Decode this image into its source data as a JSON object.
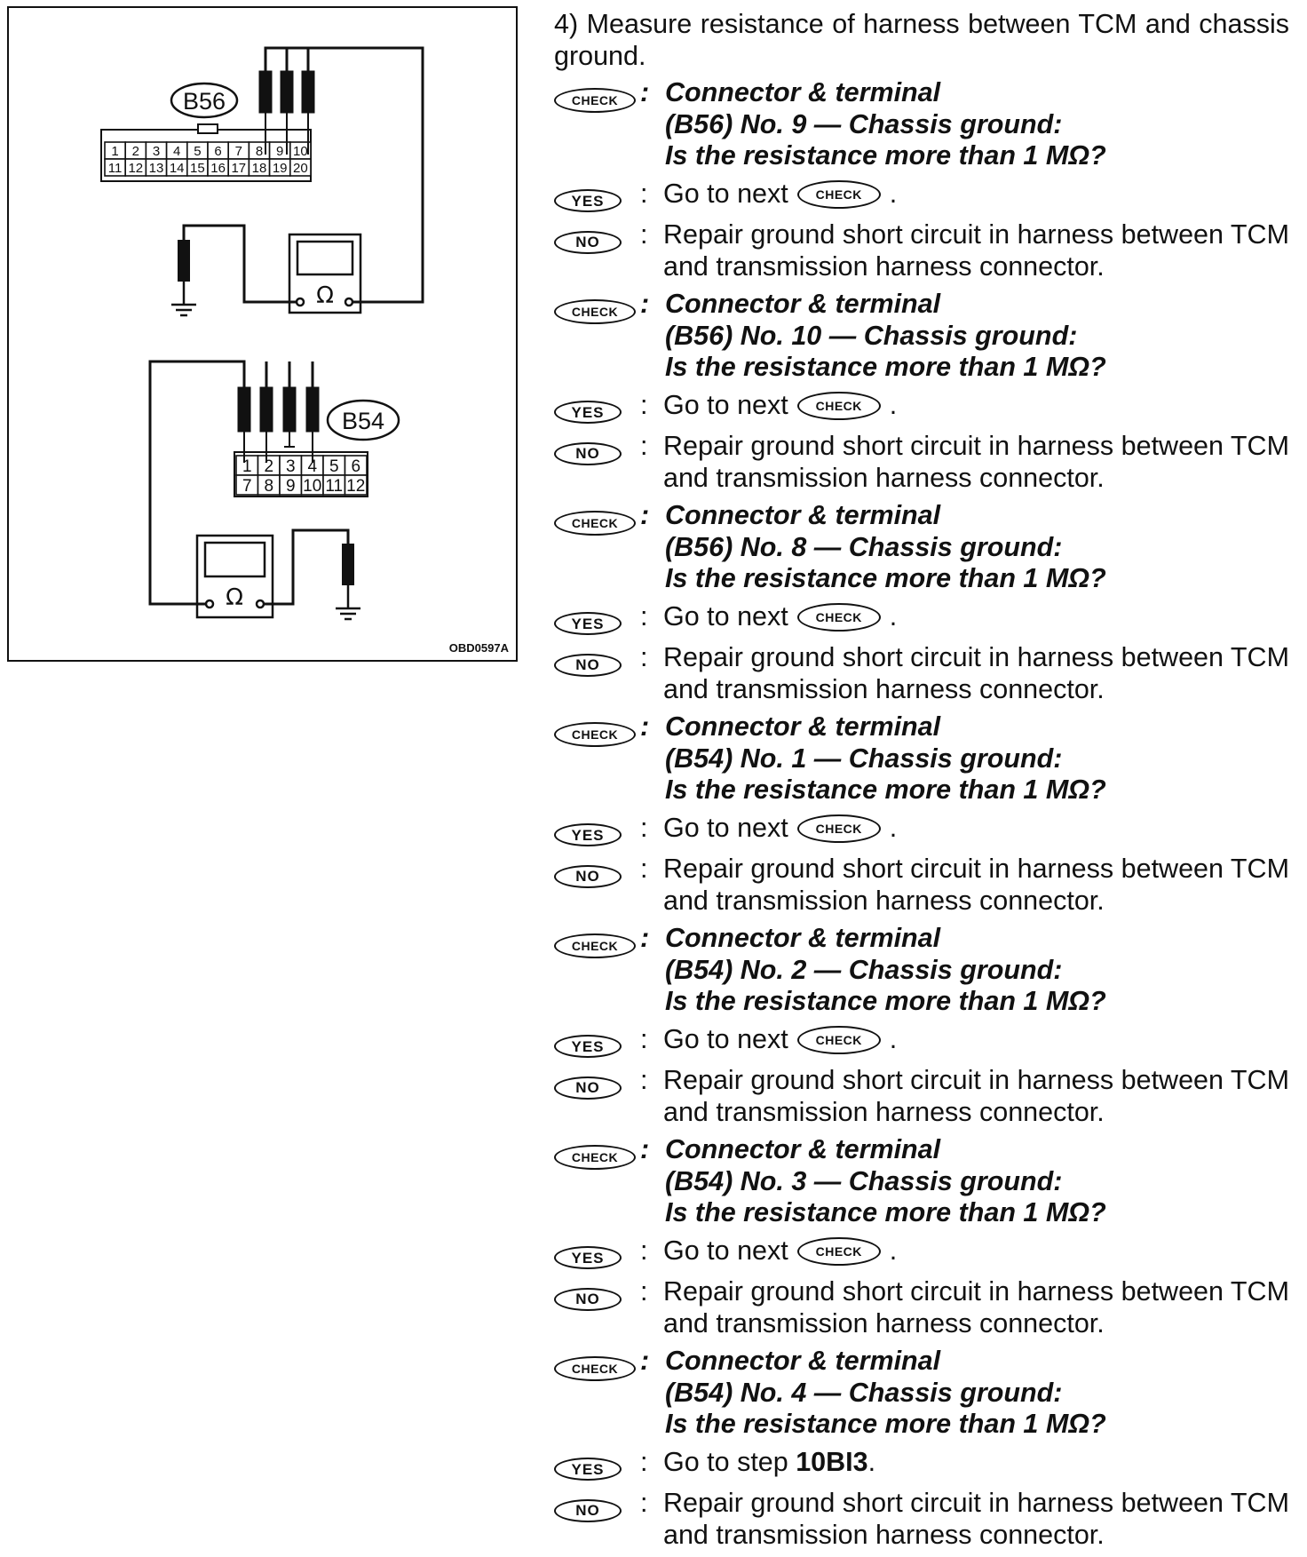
{
  "figure": {
    "code": "OBD0597A",
    "connector_top": {
      "label": "B56",
      "row1": [
        "1",
        "2",
        "3",
        "4",
        "5",
        "6",
        "7",
        "8",
        "9",
        "10"
      ],
      "row2": [
        "11",
        "12",
        "13",
        "14",
        "15",
        "16",
        "17",
        "18",
        "19",
        "20"
      ]
    },
    "connector_bottom": {
      "label": "B54",
      "row1": [
        "1",
        "2",
        "3",
        "4",
        "5",
        "6"
      ],
      "row2": [
        "7",
        "8",
        "9",
        "10",
        "11",
        "12"
      ]
    },
    "ohm_symbol": "Ω"
  },
  "intro": "4) Measure resistance of harness between TCM and chassis ground.",
  "badges": {
    "check": "CHECK",
    "yes": "YES",
    "no": "NO"
  },
  "steps": [
    {
      "check_lines": [
        "Connector & terminal",
        "(B56) No. 9 — Chassis ground:",
        "Is the resistance more than 1 MΩ?"
      ],
      "yes_text": "Go to next",
      "no_text": "Repair ground short circuit in harness between TCM and transmission harness connector."
    },
    {
      "check_lines": [
        "Connector & terminal",
        "(B56) No. 10 — Chassis ground:",
        "Is the resistance more than 1 MΩ?"
      ],
      "yes_text": "Go to next",
      "no_text": "Repair ground short circuit in harness between TCM and transmission harness connector."
    },
    {
      "check_lines": [
        "Connector & terminal",
        "(B56) No. 8 — Chassis ground:",
        "Is the resistance more than 1 MΩ?"
      ],
      "yes_text": "Go to next",
      "no_text": "Repair ground short circuit in harness between TCM and transmission harness connector."
    },
    {
      "check_lines": [
        "Connector & terminal",
        "(B54) No. 1 — Chassis ground:",
        "Is the resistance more than 1 MΩ?"
      ],
      "yes_text": "Go to next",
      "no_text": "Repair ground short circuit in harness between TCM and transmission harness connector."
    },
    {
      "check_lines": [
        "Connector & terminal",
        "(B54) No. 2 — Chassis ground:",
        "Is the resistance more than 1 MΩ?"
      ],
      "yes_text": "Go to next",
      "no_text": "Repair ground short circuit in harness between TCM and transmission harness connector."
    },
    {
      "check_lines": [
        "Connector & terminal",
        "(B54) No. 3 — Chassis ground:",
        "Is the resistance more than 1 MΩ?"
      ],
      "yes_text": "Go to next",
      "no_text": "Repair ground short circuit in harness between TCM and transmission harness connector."
    },
    {
      "check_lines": [
        "Connector & terminal",
        "(B54) No. 4 — Chassis ground:",
        "Is the resistance more than 1 MΩ?"
      ],
      "yes_prefix": "Go to step",
      "yes_step": "10BI3",
      "yes_suffix": ".",
      "no_text": "Repair ground short circuit in harness between TCM and transmission harness connector."
    }
  ]
}
